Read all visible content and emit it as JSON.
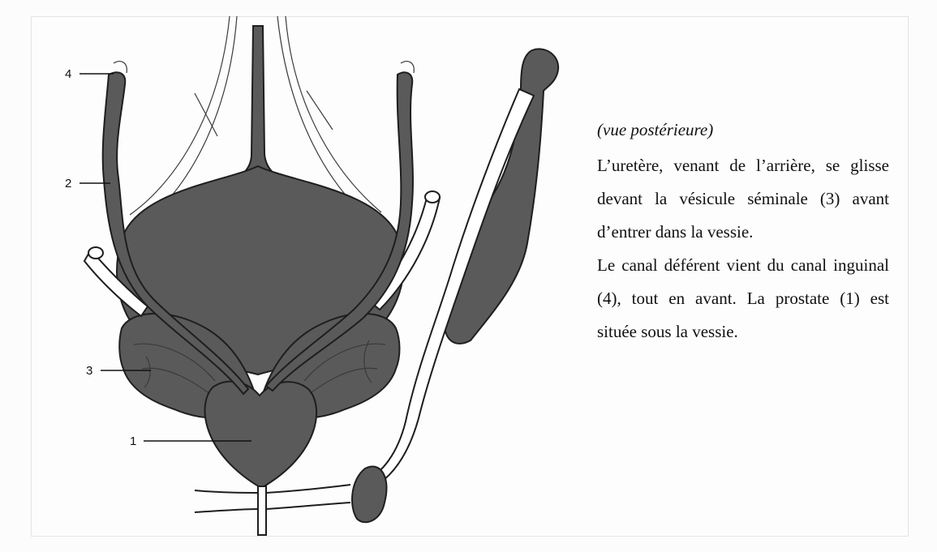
{
  "view_label": "(vue postérieure)",
  "paragraphs": [
    "L’uretère, venant de l’arrière, se glisse devant la vésicule séminale (3) avant d’entrer dans la vessie.",
    "Le canal déférent vient du canal inguinal (4), tout en avant. La prostate (1) est située sous la vessie."
  ],
  "callouts": {
    "n1": "1",
    "n2": "2",
    "n3": "3",
    "n4": "4"
  },
  "colors": {
    "organ_fill": "#5a5a5a",
    "outline": "#1e1e1e",
    "background": "#fdfdfd"
  }
}
